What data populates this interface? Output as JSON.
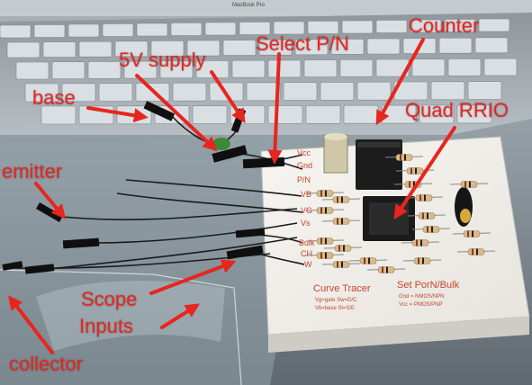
{
  "annotations": {
    "counter": "Counter",
    "select_pn": "Select P/N",
    "five_v_supply": "5V supply",
    "base": "base",
    "quad_rrio": "Quad RRIO",
    "emitter": "emitter",
    "scope_inputs_line1": "Scope",
    "scope_inputs_line2": "Inputs",
    "collector": "collector"
  },
  "board": {
    "title_left": "Curve Tracer",
    "sub_left_1": "Vg=gate  Sw=D/C",
    "sub_left_2": "Vb=base  Sl=S/E",
    "title_right": "Set PorN/Bulk",
    "sub_right_1": "Gnd = NMOS/NPN",
    "sub_right_2": "Vcc = PMOS/PNP",
    "pins": [
      "Vcc",
      "Gnd",
      "P/N",
      "VB",
      "VG",
      "Vs",
      "Bulk",
      "CH",
      "W"
    ]
  },
  "laptop_brand": "MacBook Pro",
  "colors": {
    "annotation": "#e8251f",
    "board": "#f4f2ee",
    "board_text": "#c8442c"
  }
}
